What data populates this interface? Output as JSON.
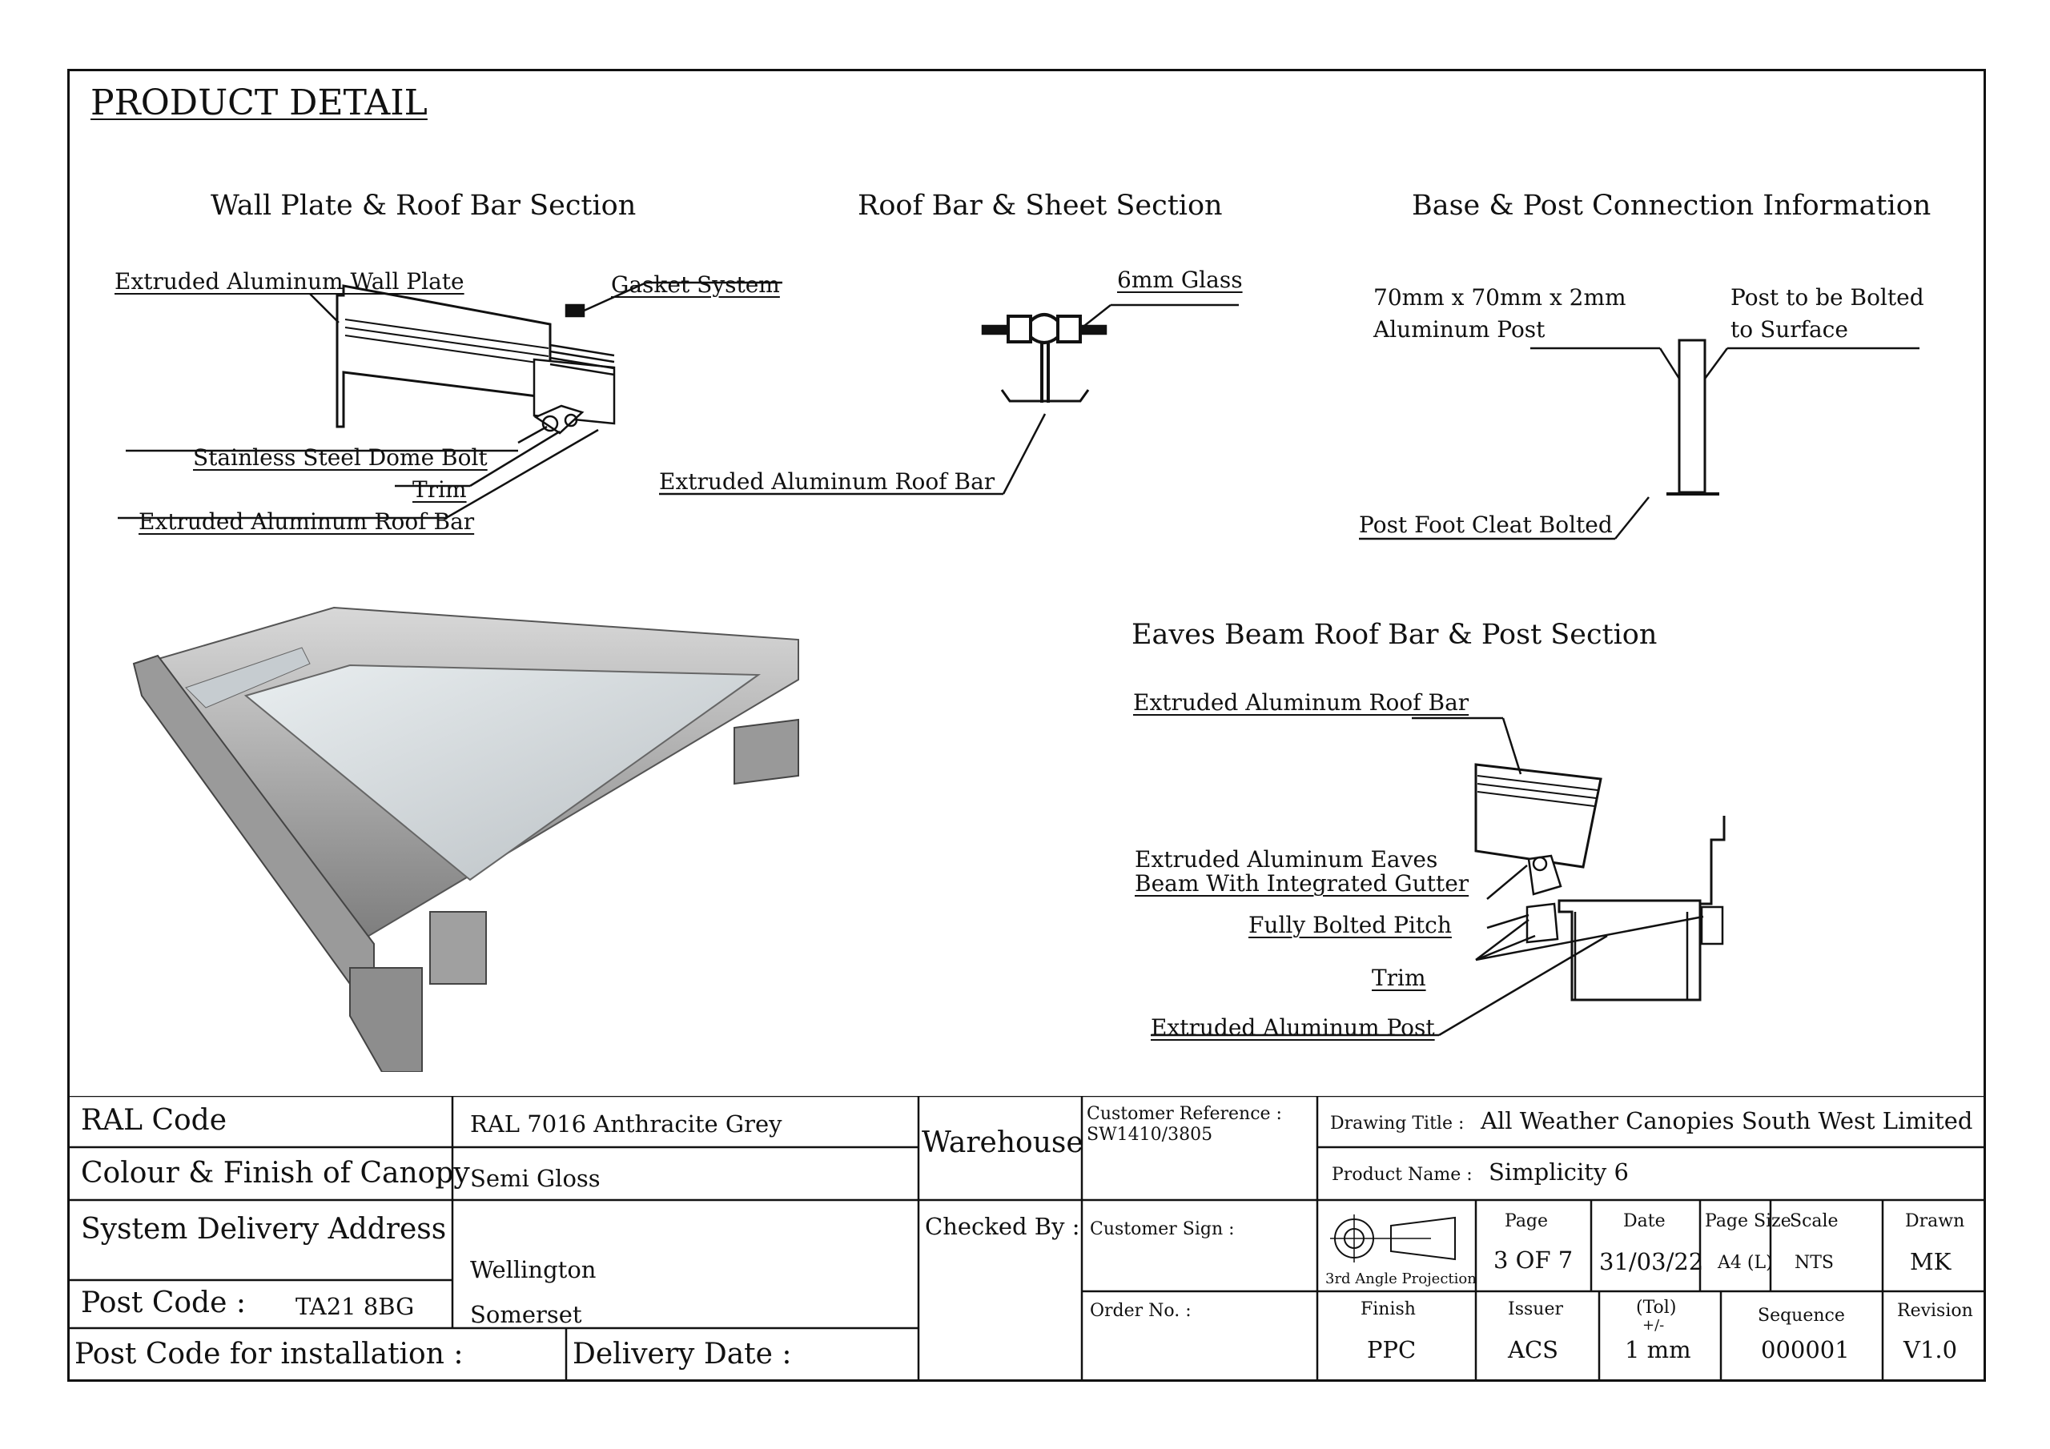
{
  "page_title": "PRODUCT DETAIL",
  "sections": {
    "wall_plate": {
      "heading": "Wall Plate & Roof Bar Section",
      "labels": [
        "Extruded Aluminum Wall Plate",
        "Gasket System",
        "Stainless Steel Dome Bolt",
        "Trim",
        "Extruded Aluminum Roof Bar"
      ]
    },
    "roof_bar": {
      "heading": "Roof Bar & Sheet Section",
      "labels": [
        "6mm Glass",
        "Extruded Aluminum Roof Bar"
      ]
    },
    "base_post": {
      "heading": "Base & Post Connection Information",
      "post_size_line1": "70mm x 70mm x 2mm",
      "post_size_line2": "Aluminum Post",
      "bolted_line1": "Post to be Bolted",
      "bolted_line2": "to Surface",
      "foot": "Post Foot Cleat Bolted"
    },
    "eaves": {
      "heading": "Eaves Beam Roof Bar & Post Section",
      "roof_bar": "Extruded Aluminum Roof Bar",
      "eaves_line1": "Extruded Aluminum Eaves",
      "eaves_line2": "Beam With Integrated Gutter",
      "pitch": "Fully Bolted Pitch",
      "trim": "Trim",
      "post": "Extruded Aluminum Post"
    }
  },
  "title_block": {
    "ral_code_label": "RAL Code",
    "ral_code_value": "RAL 7016 Anthracite Grey",
    "colour_label": "Colour & Finish of Canopy",
    "colour_value": "Semi Gloss",
    "delivery_label": "System Delivery Address",
    "address_line1": "Wellington",
    "address_line2": "Somerset",
    "postcode_label": "Post Code :",
    "postcode_value": "TA21 8BG",
    "install_postcode_label": "Post Code for installation :",
    "delivery_date_label": "Delivery Date :",
    "warehouse_label": "Warehouse",
    "checked_by_label": "Checked By :",
    "customer_ref_label": "Customer Reference :",
    "customer_ref_value": "SW1410/3805",
    "customer_sign_label": "Customer Sign :",
    "order_no_label": "Order No. :",
    "drawing_title_label": "Drawing Title :",
    "drawing_title_value": "All Weather Canopies South West Limited",
    "product_name_label": "Product Name :",
    "product_name_value": "Simplicity 6",
    "projection_label": "3rd Angle Projection",
    "page_label": "Page",
    "page_value": "3 OF 7",
    "date_label": "Date",
    "date_value": "31/03/22",
    "page_size_label": "Page Size",
    "page_size_value": "A4 (L)",
    "scale_label": "Scale",
    "scale_value": "NTS",
    "drawn_label": "Drawn",
    "drawn_value": "MK",
    "finish_label": "Finish",
    "finish_value": "PPC",
    "issuer_label": "Issuer",
    "issuer_value": "ACS",
    "tol_label": "(Tol)",
    "tol_sub": "+/-",
    "tol_value": "1 mm",
    "sequence_label": "Sequence",
    "sequence_value": "000001",
    "revision_label": "Revision",
    "revision_value": "V1.0"
  }
}
